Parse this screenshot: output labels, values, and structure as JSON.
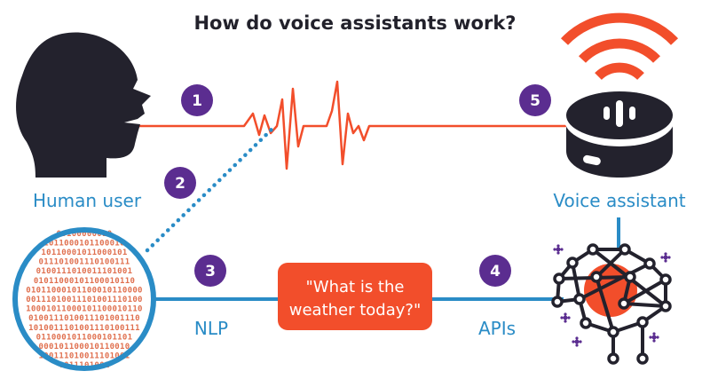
{
  "title": "How do voice assistants work?",
  "labels": {
    "human_user": "Human user",
    "voice_assistant": "Voice assistant",
    "nlp": "NLP",
    "apis": "APIs"
  },
  "steps": [
    "1",
    "2",
    "3",
    "4",
    "5"
  ],
  "query": {
    "line1": "\"What is the",
    "line2": "weather today?\""
  },
  "binary_rows": [
    "00100000010",
    "1011000101100010",
    "10110001011000101",
    "011101001110100111",
    "0100111010011101001",
    "01011000101100010110",
    "01011000101100010110000",
    "00111010011101001110100",
    "10001011000101100010110",
    "0100111010011101001110",
    "1010011101001110100111",
    "0110001011000101101",
    "000101100010110010",
    "100111010011101001",
    "0011101001"
  ],
  "colors": {
    "accent_red": "#f24e2b",
    "blue": "#2a8cc6",
    "purple": "#5b2d90",
    "dark": "#23222d"
  }
}
